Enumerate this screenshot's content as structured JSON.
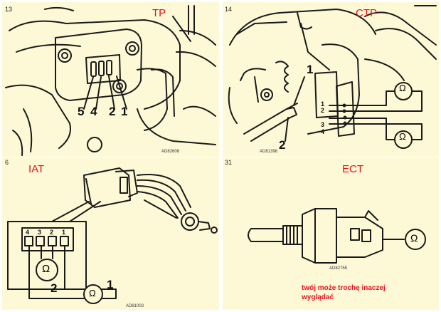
{
  "panels": {
    "tp": {
      "number": "13",
      "title": "TP",
      "pins": [
        "5",
        "4",
        "2",
        "1"
      ],
      "code": "AD82608"
    },
    "ctp": {
      "number": "14",
      "title": "CTP",
      "callouts": [
        "1",
        "2"
      ],
      "pins": [
        "1",
        "2",
        "3",
        "4"
      ],
      "code": "AD81398",
      "ohm_symbol": "Ω"
    },
    "iat": {
      "number": "6",
      "title": "IAT",
      "pins": [
        "4",
        "3",
        "2",
        "1"
      ],
      "callouts": [
        "2",
        "1"
      ],
      "code": "AD81003",
      "ohm_symbol": "Ω"
    },
    "ect": {
      "number": "31",
      "title": "ECT",
      "code": "AD82755",
      "ohm_symbol": "Ω",
      "note_line1": "twój może trochę inaczej",
      "note_line2": "wyglądać"
    }
  },
  "colors": {
    "background": "#fdf9d6",
    "title": "#e8101a",
    "line": "#1a1a1a"
  }
}
